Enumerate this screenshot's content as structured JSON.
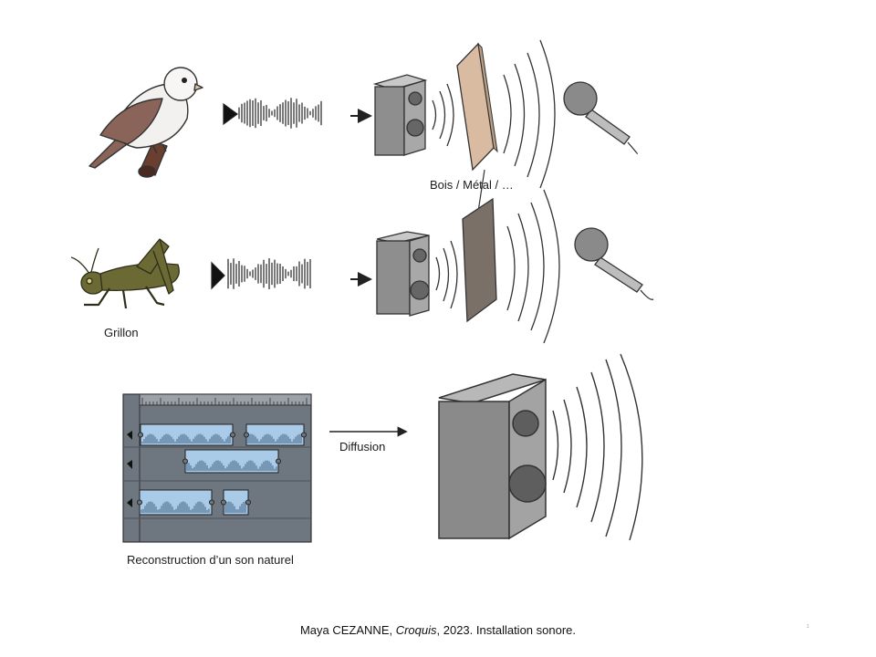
{
  "labels": {
    "material": "Bois / Métal / …",
    "cricket": "Grillon",
    "diffusion": "Diffusion",
    "reconstruction": "Reconstruction d’un son naturel"
  },
  "caption": {
    "author": "Maya CEZANNE, ",
    "work_title": "Croquis",
    "rest": ", 2023. Installation sonore."
  },
  "page_number": "1",
  "colors": {
    "bird_wing": "#8a6458",
    "cricket_body": "#6b6a35",
    "wood_panel": "#d8bba0",
    "metal_panel": "#7a7068",
    "speaker_front": "#9a9a9a",
    "editor_bg": "#6e7680",
    "clip_fill": "#a9cbe8"
  },
  "icons": [
    "bird-icon",
    "cricket-icon",
    "soundwave-icon",
    "speaker-icon",
    "microphone-icon",
    "sound-editor-icon",
    "arrow-icon"
  ]
}
